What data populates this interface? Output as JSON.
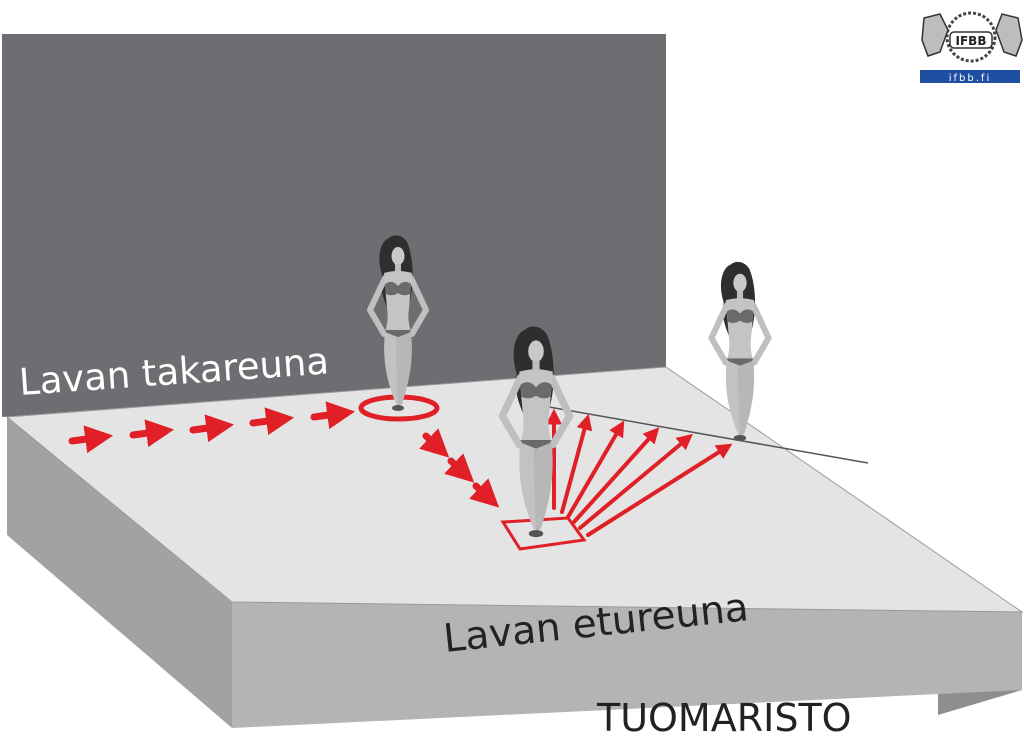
{
  "labels": {
    "back_edge": "Lavan takareuna",
    "front_edge": "Lavan etureuna",
    "judges": "TUOMARISTO"
  },
  "logo": {
    "name": "IFBB",
    "site": "ifbb.fi",
    "color": "#1f4fa0"
  },
  "colors": {
    "wall": "#6d6e71",
    "stage_top": "#e4e4e5",
    "stage_front": "#b3b4b6",
    "stage_side": "#8d8e90",
    "accent": "#e01f26",
    "sight_line": "#555555"
  },
  "figures": [
    {
      "name": "competitor-back-center"
    },
    {
      "name": "competitor-front-mark"
    },
    {
      "name": "competitor-side"
    }
  ]
}
